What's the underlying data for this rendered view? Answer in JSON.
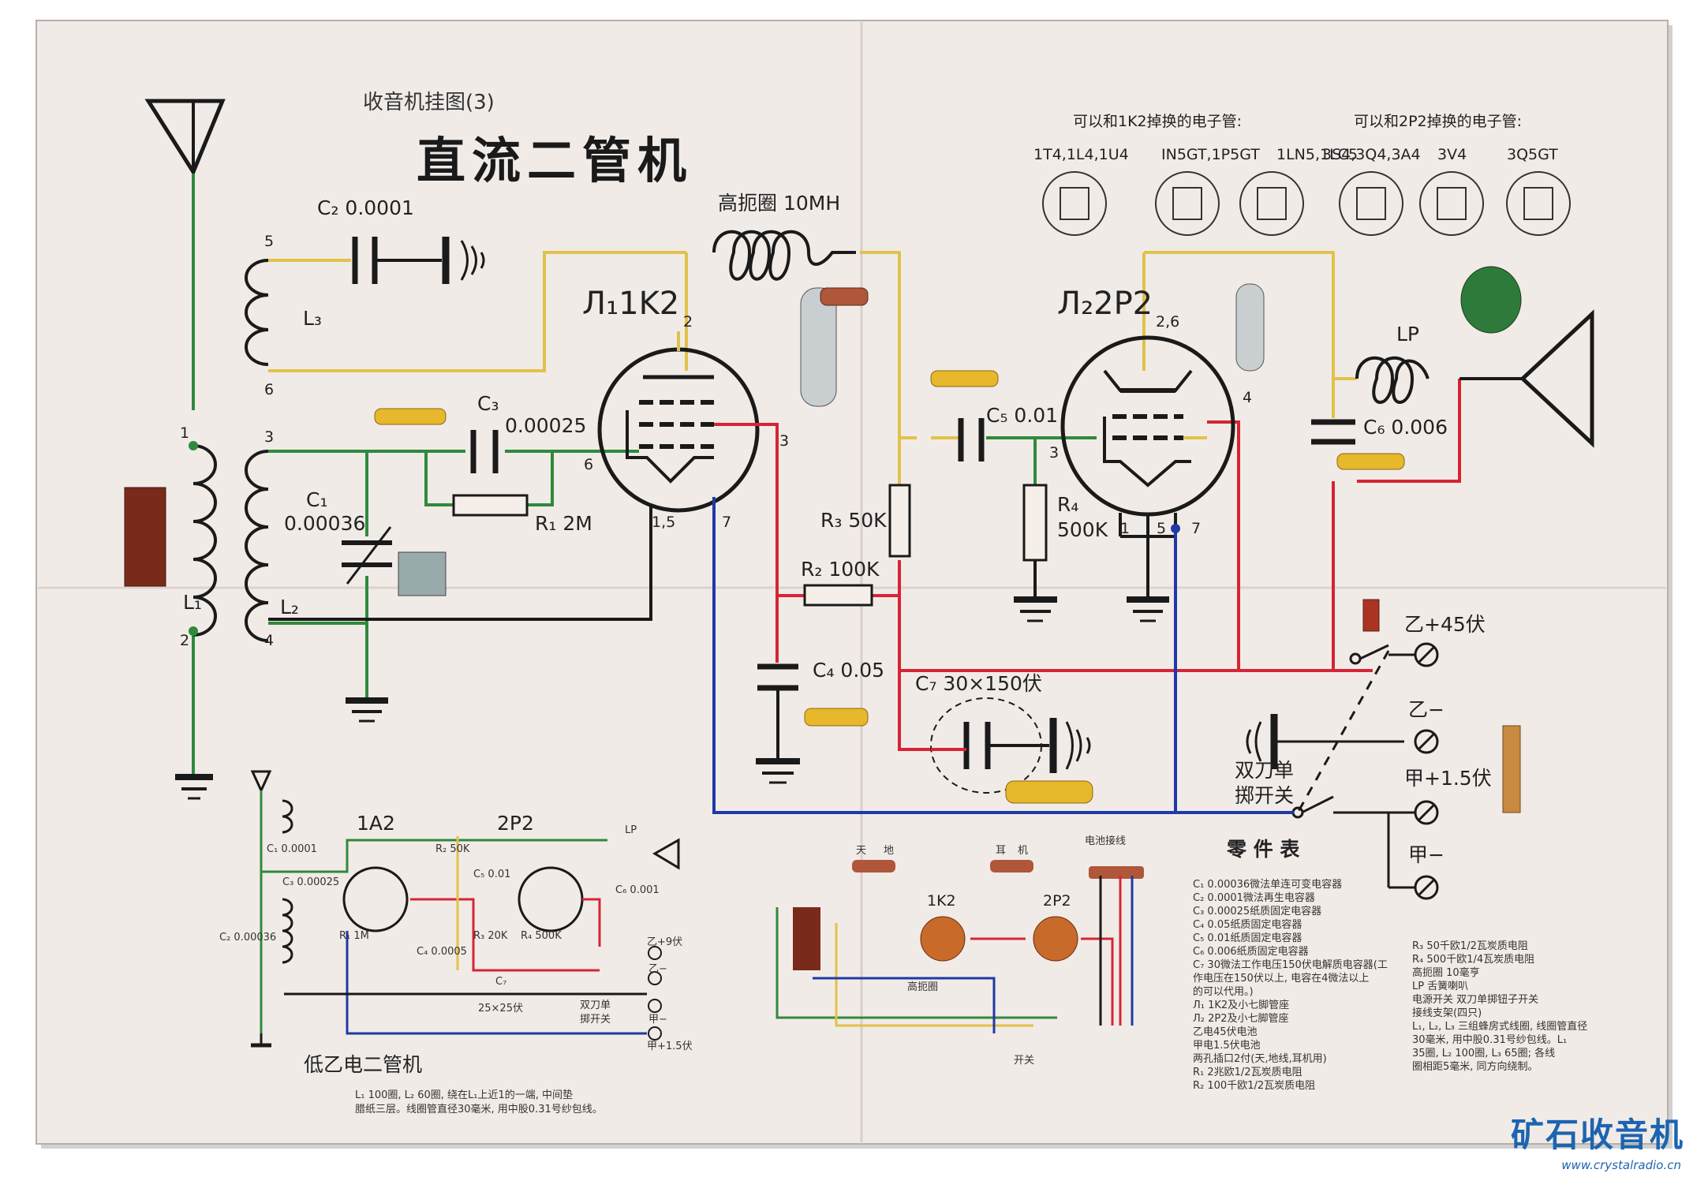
{
  "header": {
    "series": "收音机挂图(3)",
    "title": "直流二管机"
  },
  "tube_subs": {
    "left_heading": "可以和1K2掉换的电子管:",
    "left_models": [
      "1T4,1L4,1U4",
      "IN5GT,1P5GT",
      "1LN5,1LC5"
    ],
    "right_heading": "可以和2P2掉换的电子管:",
    "right_models": [
      "3S4,3Q4,3A4",
      "3V4",
      "3Q5GT"
    ]
  },
  "main": {
    "c2": "C₂ 0.0001",
    "l3": "L₃",
    "hf_choke": "高扼圈 10MH",
    "tube1": "Л₁1K2",
    "tube2": "Л₂2P2",
    "c3": "C₃",
    "c3_val": "0.00025",
    "c1": "C₁",
    "c1_val": "0.00036",
    "r1": "R₁ 2M",
    "l1": "L₁",
    "l2": "L₂",
    "r3": "R₃ 50K",
    "r2": "R₂ 100K",
    "c4": "C₄ 0.05",
    "c5": "C₅ 0.01",
    "r4": "R₄",
    "r4_val": "500K",
    "c6": "C₆ 0.006",
    "lp": "LP",
    "c7": "C₇ 30×150伏",
    "b_plus": "乙+45伏",
    "b_minus": "乙−",
    "a_plus": "甲+1.5伏",
    "a_minus": "甲−",
    "dpst1": "双刀单",
    "dpst2": "掷开关",
    "pins": {
      "p1": "1",
      "p2": "2",
      "p3": "3",
      "p4": "4",
      "p5": "5",
      "p6": "6",
      "t1_2": "2",
      "t1_3": "3",
      "t1_6": "6",
      "t1_15": "1,5",
      "t1_7": "7",
      "t2_26": "2,6",
      "t2_4": "4",
      "t2_3": "3",
      "t2_1": "1",
      "t2_5": "5",
      "t2_7": "7"
    }
  },
  "mini": {
    "tube1": "1A2",
    "tube2": "2P2",
    "caption": "低乙电二管机",
    "note1": "L₁ 100圈, L₂ 60圈, 绕在L₁上近1的一端, 中间垫",
    "note2": "腊纸三层。线圈管直径30毫米, 用中股0.31号纱包线。",
    "r2": "R₂ 50K",
    "c3": "C₃ 0.00025",
    "c1": "C₁ 0.0001",
    "c2": "C₂ 0.00036",
    "r1": "R₁ 1M",
    "c4": "C₄ 0.0005",
    "r3": "R₃ 20K",
    "r4": "R₄ 500K",
    "c5": "C₅ 0.01",
    "c6": "C₆ 0.001",
    "c7": "C₇",
    "c7_val": "25×25伏",
    "lp": "LP",
    "b_plus": "乙+9伏",
    "b_minus": "乙−",
    "a_plus": "甲+1.5伏",
    "a_minus": "甲−",
    "sw1": "双刀单",
    "sw2": "掷开关"
  },
  "wiring": {
    "sky": "天",
    "ground": "地",
    "ear": "耳",
    "ear2": "机",
    "batt": "电池接线",
    "tube1": "1K2",
    "tube2": "2P2",
    "switch": "开关",
    "choke": "高扼圈"
  },
  "parts": {
    "title": "零  件  表",
    "left": [
      "C₁ 0.00036微法单连可变电容器",
      "C₂ 0.0001微法再生电容器",
      "C₃ 0.00025纸质固定电容器",
      "C₄ 0.05纸质固定电容器",
      "C₅ 0.01纸质固定电容器",
      "C₆ 0.006纸质固定电容器",
      "C₇ 30微法工作电压150伏电解质电容器(工",
      "作电压在150伏以上, 电容在4微法以上",
      "的可以代用。)",
      "Л₁ 1K2及小七脚管座",
      "Л₂ 2P2及小七脚管座",
      "乙电45伏电池",
      "甲电1.5伏电池",
      "两孔插口2付(天,地线,耳机用)",
      "R₁ 2兆欧1/2瓦炭质电阻",
      "R₂ 100千欧1/2瓦炭质电阻"
    ],
    "right": [
      "R₃ 50千欧1/2瓦炭质电阻",
      "R₄ 500千欧1/4瓦炭质电阻",
      "高扼圈 10毫亨",
      "LP 舌簧喇叭",
      "电源开关  双刀单掷钮子开关",
      "接线支架(四只)",
      "L₁, L₂, L₃ 三组蜂房式线圈, 线圈管直径",
      "30毫米, 用中股0.31号纱包线。L₁",
      "35圈, L₂ 100圈, L₃ 65圈; 各线",
      "圈相距5毫米, 同方向绕制。"
    ]
  },
  "watermark": {
    "brand": "矿石收音机",
    "url": "www.crystalradio.cn"
  },
  "colors": {
    "paper": "#ede4df",
    "green": "#2f8a3c",
    "yellow": "#e1c24a",
    "red": "#d62436",
    "blue": "#1f3aa6",
    "black": "#1a1a1a"
  }
}
